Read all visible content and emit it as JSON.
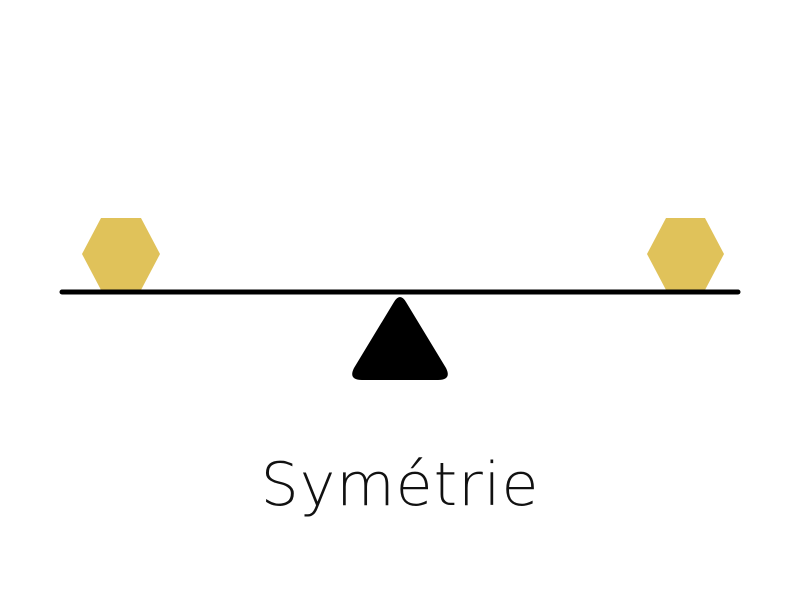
{
  "caption": "Symétrie",
  "colors": {
    "weight": "#e0c25a",
    "beam": "#000000",
    "fulcrum": "#000000",
    "background": "#ffffff"
  },
  "diagram": {
    "left_weight": {
      "shape": "hexagon"
    },
    "right_weight": {
      "shape": "hexagon"
    },
    "beam": {
      "state": "balanced"
    },
    "fulcrum": {
      "shape": "triangle"
    }
  }
}
